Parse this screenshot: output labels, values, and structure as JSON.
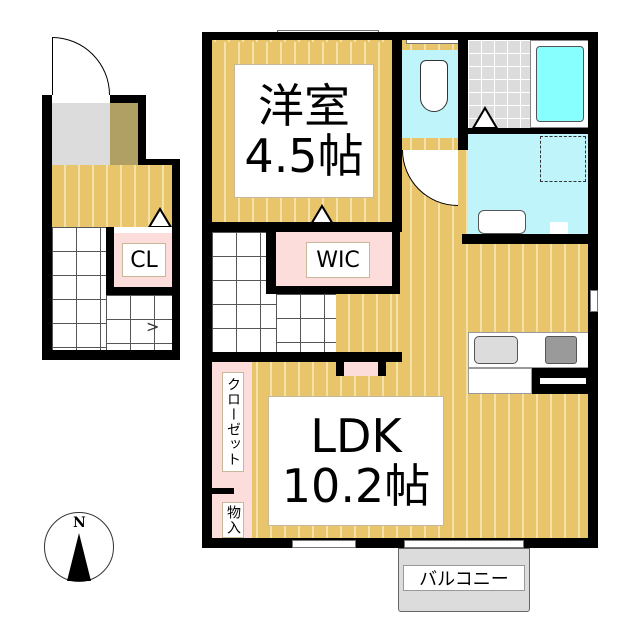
{
  "floorplan": {
    "rooms": {
      "western_room": {
        "name": "洋室",
        "size": "4.5帖"
      },
      "ldk": {
        "name": "LDK",
        "size": "10.2帖"
      },
      "wic": {
        "label": "WIC"
      },
      "cl": {
        "label": "CL"
      },
      "closet": {
        "label": "クローゼット"
      },
      "storage": {
        "label": "物入"
      },
      "balcony": {
        "label": "バルコニー"
      }
    },
    "compass": {
      "label": "N"
    },
    "colors": {
      "floor": "#e8c56a",
      "floor_stripe": "#f5e2a8",
      "wet_area": "#bff4fb",
      "bathtub": "#88ffff",
      "closet": "#fddcdc",
      "wall": "#000000",
      "entrance": "#dcdcdc",
      "shoe_box": "#b0a063"
    }
  }
}
